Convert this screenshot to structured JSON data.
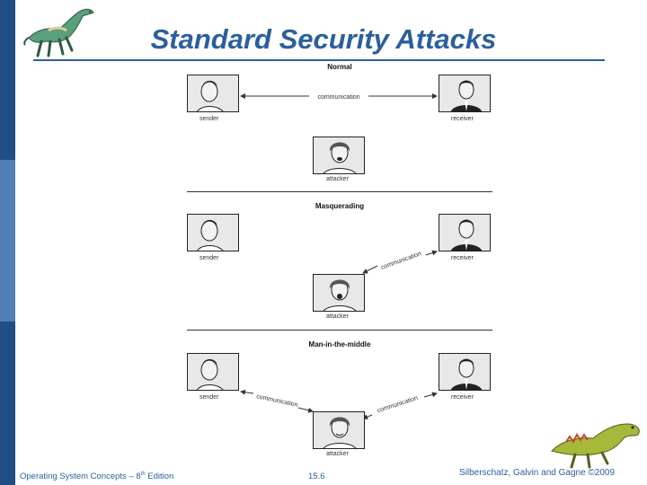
{
  "slide": {
    "title": "Standard Security Attacks",
    "footer_left_pre": "Operating System Concepts – 8",
    "footer_left_sup": "th",
    "footer_left_post": " Edition",
    "page_number": "15.6",
    "footer_right": "Silberschatz, Galvin and Gagne ©2009"
  },
  "colors": {
    "title": "#2b5f9c",
    "sidebar_dark": "#1f4f86",
    "sidebar_light": "#4f7fb5"
  },
  "diagram": {
    "normal": {
      "heading": "Normal",
      "arrow_label": "communication",
      "sender_label": "sender",
      "receiver_label": "receiver",
      "attacker_label": "attacker"
    },
    "masquerading": {
      "heading": "Masquerading",
      "arrow_label": "communication",
      "sender_label": "sender",
      "receiver_label": "receiver",
      "attacker_label": "attacker"
    },
    "mitm": {
      "heading": "Man-in-the-middle",
      "arrow_label_left": "communication",
      "arrow_label_right": "communication",
      "sender_label": "sender",
      "receiver_label": "receiver",
      "attacker_label": "attacker"
    }
  },
  "icons": [
    "dinosaur-top-left-icon",
    "dinosaur-bottom-right-icon",
    "sender-portrait-icon",
    "receiver-portrait-icon",
    "attacker-portrait-icon"
  ]
}
